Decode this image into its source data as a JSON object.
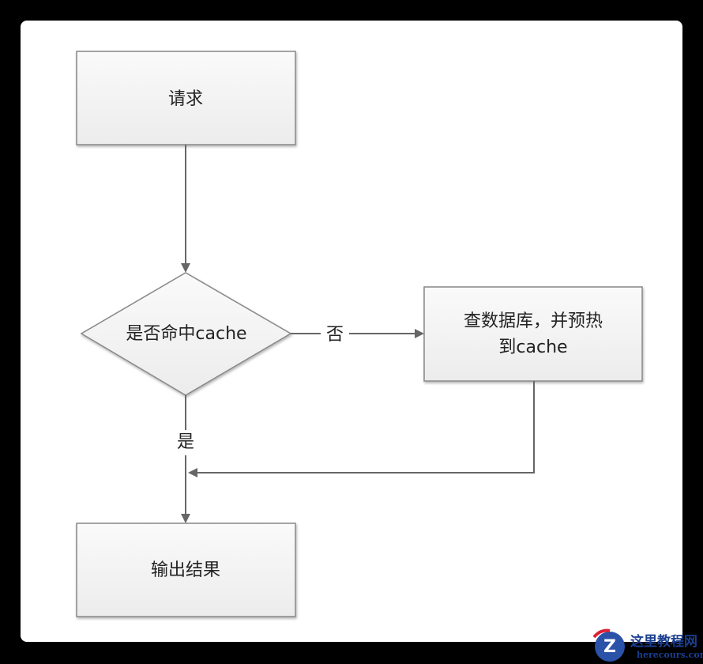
{
  "nodes": {
    "request": "请求",
    "decision": "是否命中cache",
    "query_db_line1": "查数据库，并预热",
    "query_db_line2": "到cache",
    "output": "输出结果"
  },
  "edges": {
    "no_label": "否",
    "yes_label": "是"
  },
  "watermark": {
    "title": "这里教程网",
    "url": "herecours.com"
  },
  "colors": {
    "box_fill": "#f4f4f4",
    "stroke": "#666666",
    "background": "#000000",
    "canvas": "#ffffff"
  }
}
